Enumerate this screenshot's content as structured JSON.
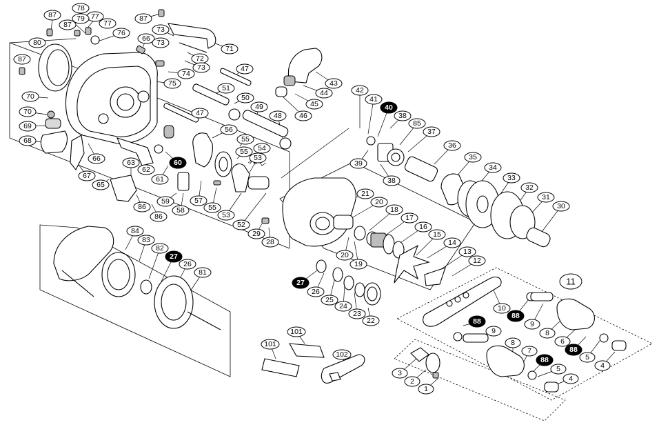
{
  "diagram": {
    "part_numbers": [
      "1",
      "2",
      "3",
      "4",
      "5",
      "6",
      "7",
      "8",
      "9",
      "10",
      "11",
      "12",
      "13",
      "14",
      "15",
      "16",
      "17",
      "18",
      "19",
      "20",
      "21",
      "22",
      "23",
      "24",
      "25",
      "26",
      "27",
      "28",
      "29",
      "30",
      "31",
      "32",
      "33",
      "34",
      "35",
      "36",
      "37",
      "38",
      "39",
      "40",
      "41",
      "42",
      "43",
      "44",
      "45",
      "46",
      "47",
      "48",
      "49",
      "50",
      "51",
      "52",
      "53",
      "54",
      "55",
      "56",
      "57",
      "58",
      "59",
      "60",
      "61",
      "62",
      "63",
      "65",
      "66",
      "67",
      "68",
      "69",
      "70",
      "71",
      "72",
      "73",
      "74",
      "75",
      "76",
      "77",
      "78",
      "79",
      "80",
      "81",
      "82",
      "83",
      "84",
      "85",
      "86",
      "87",
      "88",
      "101",
      "102"
    ],
    "highlighted_parts": [
      "27",
      "40",
      "60",
      "88"
    ],
    "sub_assembly_label": "11"
  }
}
